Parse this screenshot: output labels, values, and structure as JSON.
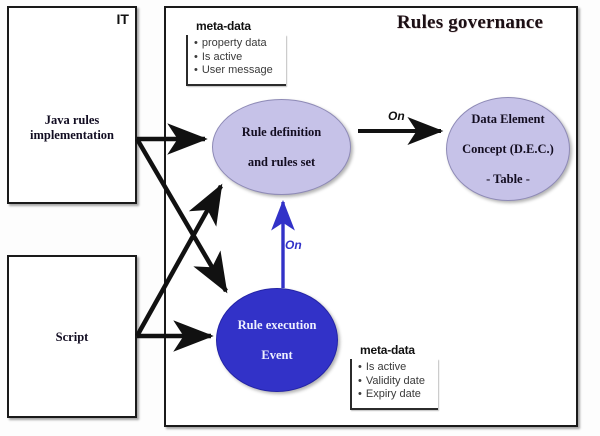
{
  "diagram": {
    "title": "Rules governance",
    "type": "flow-diagram"
  },
  "source_boxes": [
    {
      "tag": "IT",
      "label": "Java rules\nimplementation"
    },
    {
      "tag": "",
      "label": "Script"
    }
  ],
  "it_box": {
    "tag": "IT",
    "line1": "Java rules",
    "line2": "implementation"
  },
  "script_box": {
    "label": "Script"
  },
  "nodes": {
    "rule_definition": {
      "line1": "Rule definition",
      "line2": "and rules set",
      "color": "#c6c2e8"
    },
    "data_element_concept": {
      "line1": "Data Element",
      "line2": "Concept (D.E.C.)",
      "line3": "- Table -",
      "color": "#c6c2e8"
    },
    "rule_execution": {
      "line1": "Rule execution",
      "line2": "Event",
      "color": "#3232c8"
    }
  },
  "meta_top": {
    "title": "meta-data",
    "items": [
      "property data",
      "Is active",
      "User message"
    ]
  },
  "meta_bottom": {
    "title": "meta-data",
    "items": [
      "Is active",
      "Validity date",
      "Expiry date"
    ]
  },
  "edges": {
    "on_horizontal_label": "On",
    "on_vertical_label": "On"
  },
  "colors": {
    "light_ellipse": "#c6c2e8",
    "dark_ellipse": "#3232c8",
    "arrow_black": "#111111",
    "arrow_blue": "#3232c8",
    "border": "#1a1a1a"
  }
}
